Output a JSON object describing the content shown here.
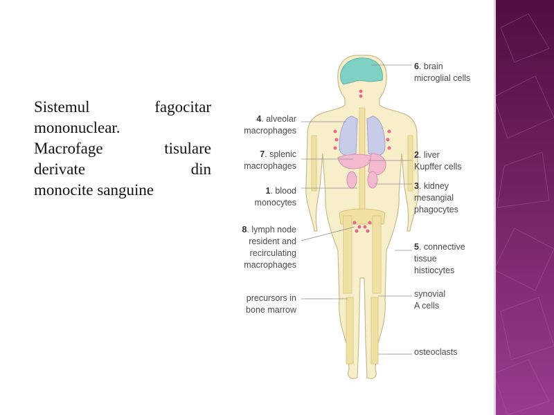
{
  "slide": {
    "body_lines": [
      "Sistemul fagocitar",
      "mononuclear.",
      "Macrofage tisulare",
      "derivate din",
      "monocite sanguine"
    ]
  },
  "diagram": {
    "labels_right": [
      {
        "num": "6",
        "lines": [
          ". brain",
          "microglial cells"
        ]
      },
      {
        "num": "2",
        "lines": [
          ". liver",
          "Kupffer cells"
        ]
      },
      {
        "num": "3",
        "lines": [
          ". kidney",
          "mesangial",
          "phagocytes"
        ]
      },
      {
        "num": "5",
        "lines": [
          ". connective",
          "tissue",
          "histiocytes"
        ]
      },
      {
        "num": "",
        "lines": [
          "synovial",
          "A cells"
        ]
      },
      {
        "num": "",
        "lines": [
          "osteoclasts"
        ]
      }
    ],
    "labels_left": [
      {
        "num": "4",
        "lines": [
          ". alveolar",
          "macrophages"
        ]
      },
      {
        "num": "7",
        "lines": [
          ". splenic",
          "macrophages"
        ]
      },
      {
        "num": "1",
        "lines": [
          ". blood",
          "monocytes"
        ]
      },
      {
        "num": "8",
        "lines": [
          ". lymph node",
          "resident and",
          "recirculating",
          "macrophages"
        ]
      },
      {
        "num": "",
        "lines": [
          "precursors in",
          "bone marrow"
        ]
      }
    ],
    "colors": {
      "skin": "#f7efc9",
      "outline": "#c9b98a",
      "bone": "#efe0a3",
      "brain": "#7fd1c4",
      "lungs": "#c9cce8",
      "organs": "#f3b9cf",
      "dots": "#e06b8e",
      "band": "#7a2266"
    }
  }
}
